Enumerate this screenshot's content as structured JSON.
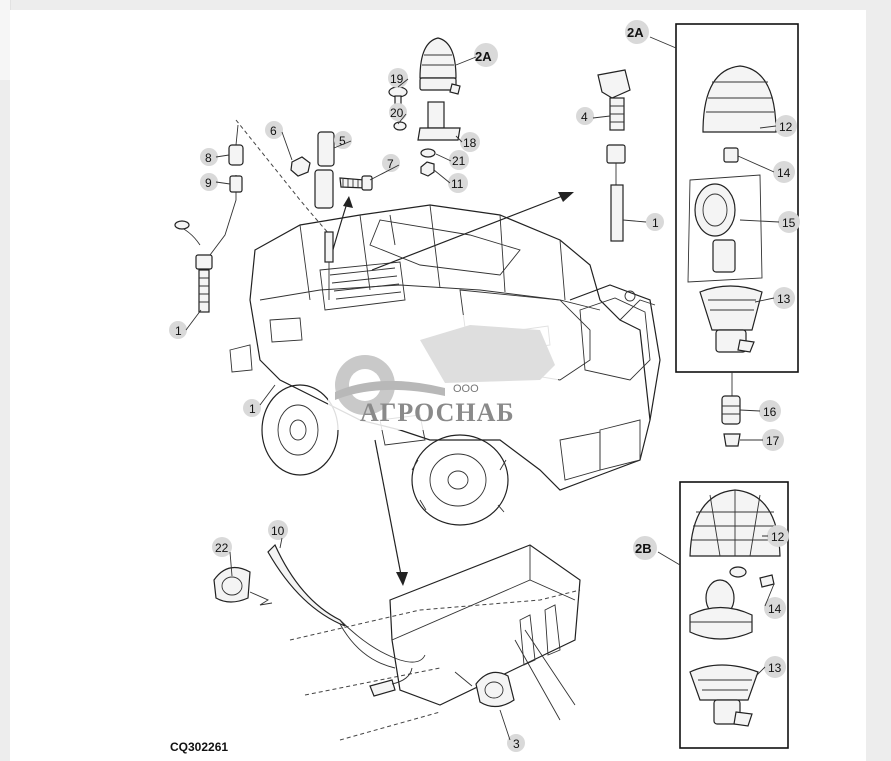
{
  "diagram": {
    "figure_code": "CQ302261",
    "watermark": {
      "company_prefix": "ООО",
      "company_name": "АГРОСНАБ"
    },
    "callouts": {
      "c1": "1",
      "c2a_top": "2A",
      "c2a_box": "2A",
      "c2b_box": "2B",
      "c3": "3",
      "c4": "4",
      "c5": "5",
      "c6": "6",
      "c7": "7",
      "c8": "8",
      "c9": "9",
      "c10": "10",
      "c11": "11",
      "c12a": "12",
      "c12b": "12",
      "c13a": "13",
      "c13b": "13",
      "c14a": "14",
      "c14b": "14",
      "c15": "15",
      "c16": "16",
      "c17": "17",
      "c18": "18",
      "c19": "19",
      "c20": "20",
      "c21": "21",
      "c22": "22"
    }
  }
}
